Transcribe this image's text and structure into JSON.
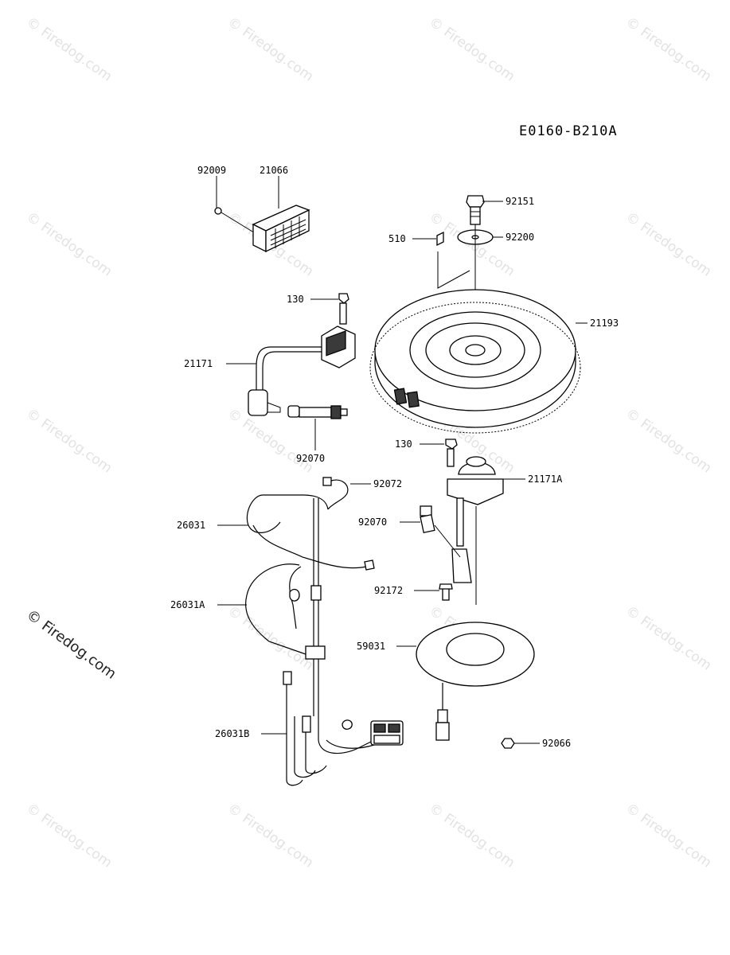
{
  "diagram": {
    "code": "E0160-B210A",
    "watermark_text": "© Firedog.com",
    "part_labels": {
      "p92009": "92009",
      "p21066": "21066",
      "p92151": "92151",
      "p510": "510",
      "p92200": "92200",
      "p130a": "130",
      "p21193": "21193",
      "p21171": "21171",
      "p92070a": "92070",
      "p130b": "130",
      "p92072": "92072",
      "p21171A": "21171A",
      "p26031": "26031",
      "p92070b": "92070",
      "p92172": "92172",
      "p26031A": "26031A",
      "p59031": "59031",
      "p26031B": "26031B",
      "p92066": "92066"
    }
  }
}
